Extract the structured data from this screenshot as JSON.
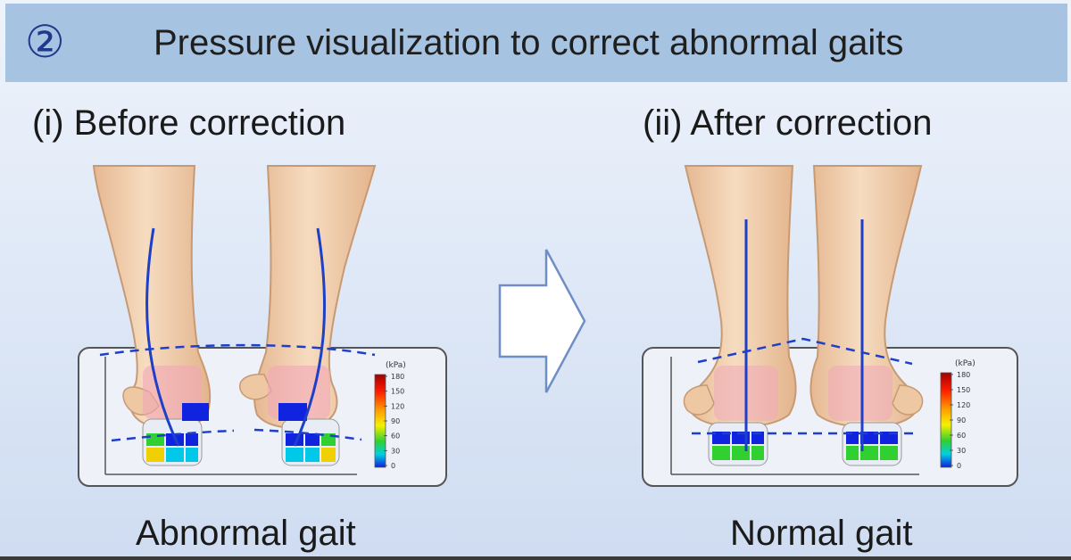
{
  "header": {
    "number": "②",
    "title": "Pressure visualization to correct abnormal gaits"
  },
  "before": {
    "heading": "(i) Before correction",
    "caption": "Abnormal gait",
    "scale_unit": "(kPa)",
    "scale_ticks": [
      "180",
      "150",
      "120",
      "90",
      "60",
      "30",
      "0"
    ]
  },
  "after": {
    "heading": "(ii) After correction",
    "caption": "Normal gait",
    "scale_unit": "(kPa)",
    "scale_ticks": [
      "180",
      "150",
      "120",
      "90",
      "60",
      "30",
      "0"
    ]
  },
  "colors": {
    "header_bg": "#a7c3e2",
    "number": "#1f3a8a",
    "skin": "#f2d2b0",
    "skin_outline": "#c79a74",
    "trajectory": "#1e3fc8",
    "arrow_outline": "#6f8fc4"
  }
}
